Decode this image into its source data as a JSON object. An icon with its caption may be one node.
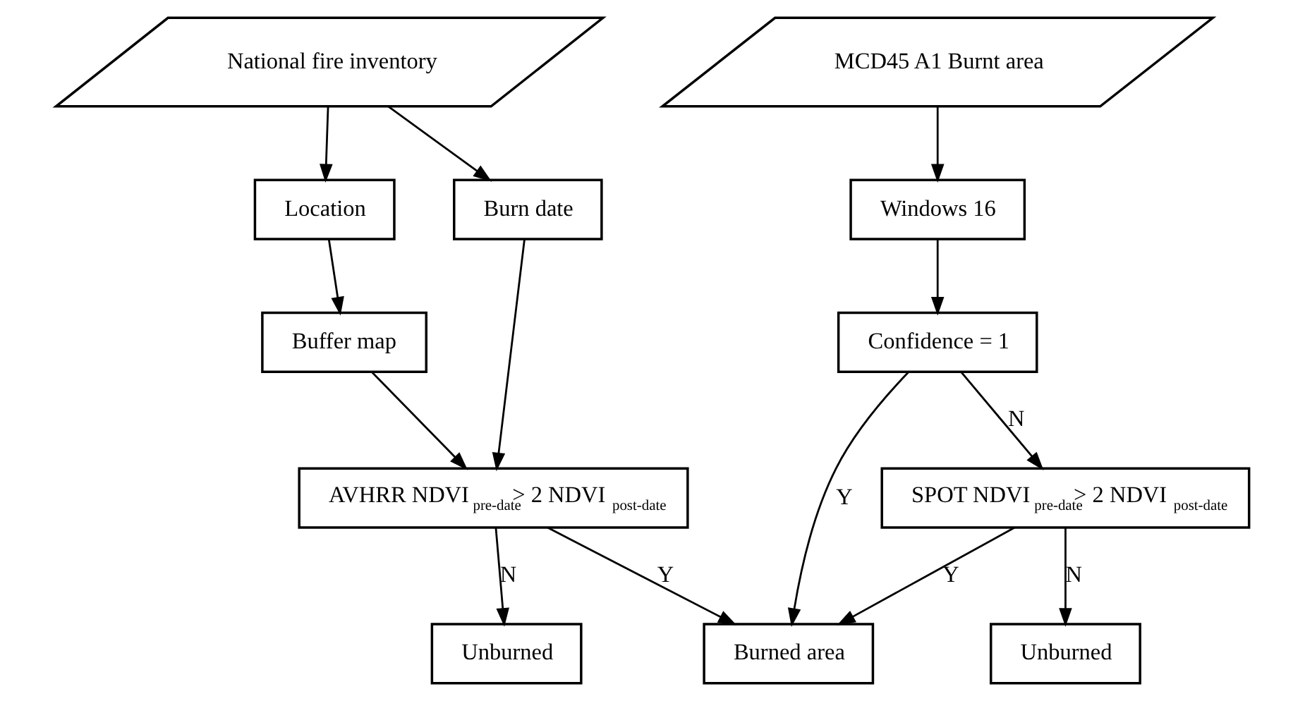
{
  "diagram": {
    "nodes": [
      {
        "text": [
          "National fire inventory"
        ]
      },
      {
        "text": [
          "MCD45 A1 Burnt area"
        ]
      },
      {
        "text": [
          "Burn date"
        ]
      },
      {
        "text": [
          "Location"
        ]
      },
      {
        "text": [
          "Windows 16"
        ]
      },
      {
        "text": [
          "Buffer map"
        ]
      },
      {
        "text": [
          "Confidence = 1"
        ]
      },
      {
        "text": [
          "AVHRR NDVI $_{pre-date}$> 2 NDVI $_{post-date}$"
        ]
      },
      {
        "text": [
          "SPOT NDVI $_{pre-date}$> 2 NDVI $_{post-date}$"
        ]
      },
      {
        "text": [
          "Unburned"
        ]
      },
      {
        "text": [
          "Burned area"
        ]
      },
      {
        "text": [
          "Unburned"
        ]
      }
    ],
    "edges": [
      {
        "from": 0,
        "to": 2,
        "arrow": "to"
      },
      {
        "from": 0,
        "to": 3,
        "arrow": "to"
      },
      {
        "from": 1,
        "to": 4,
        "arrow": "to"
      },
      {
        "from": 3,
        "to": 5,
        "arrow": "to"
      },
      {
        "from": 4,
        "to": 6,
        "arrow": "to"
      },
      {
        "from": 2,
        "to": 7,
        "arrow": "to"
      },
      {
        "from": 5,
        "to": 7,
        "arrow": "to"
      },
      {
        "from": 6,
        "to": 8,
        "arrow": "to",
        "label": "N"
      },
      {
        "from": 6,
        "to": 10,
        "arrow": "to",
        "label": "Y"
      },
      {
        "from": 7,
        "to": 9,
        "arrow": "to",
        "label": "N"
      },
      {
        "from": 7,
        "to": 10,
        "arrow": "to",
        "label": "Y"
      },
      {
        "from": 8,
        "to": 10,
        "arrow": "to",
        "label": "Y"
      },
      {
        "from": 8,
        "to": 11,
        "arrow": "to",
        "label": "N"
      }
    ]
  }
}
